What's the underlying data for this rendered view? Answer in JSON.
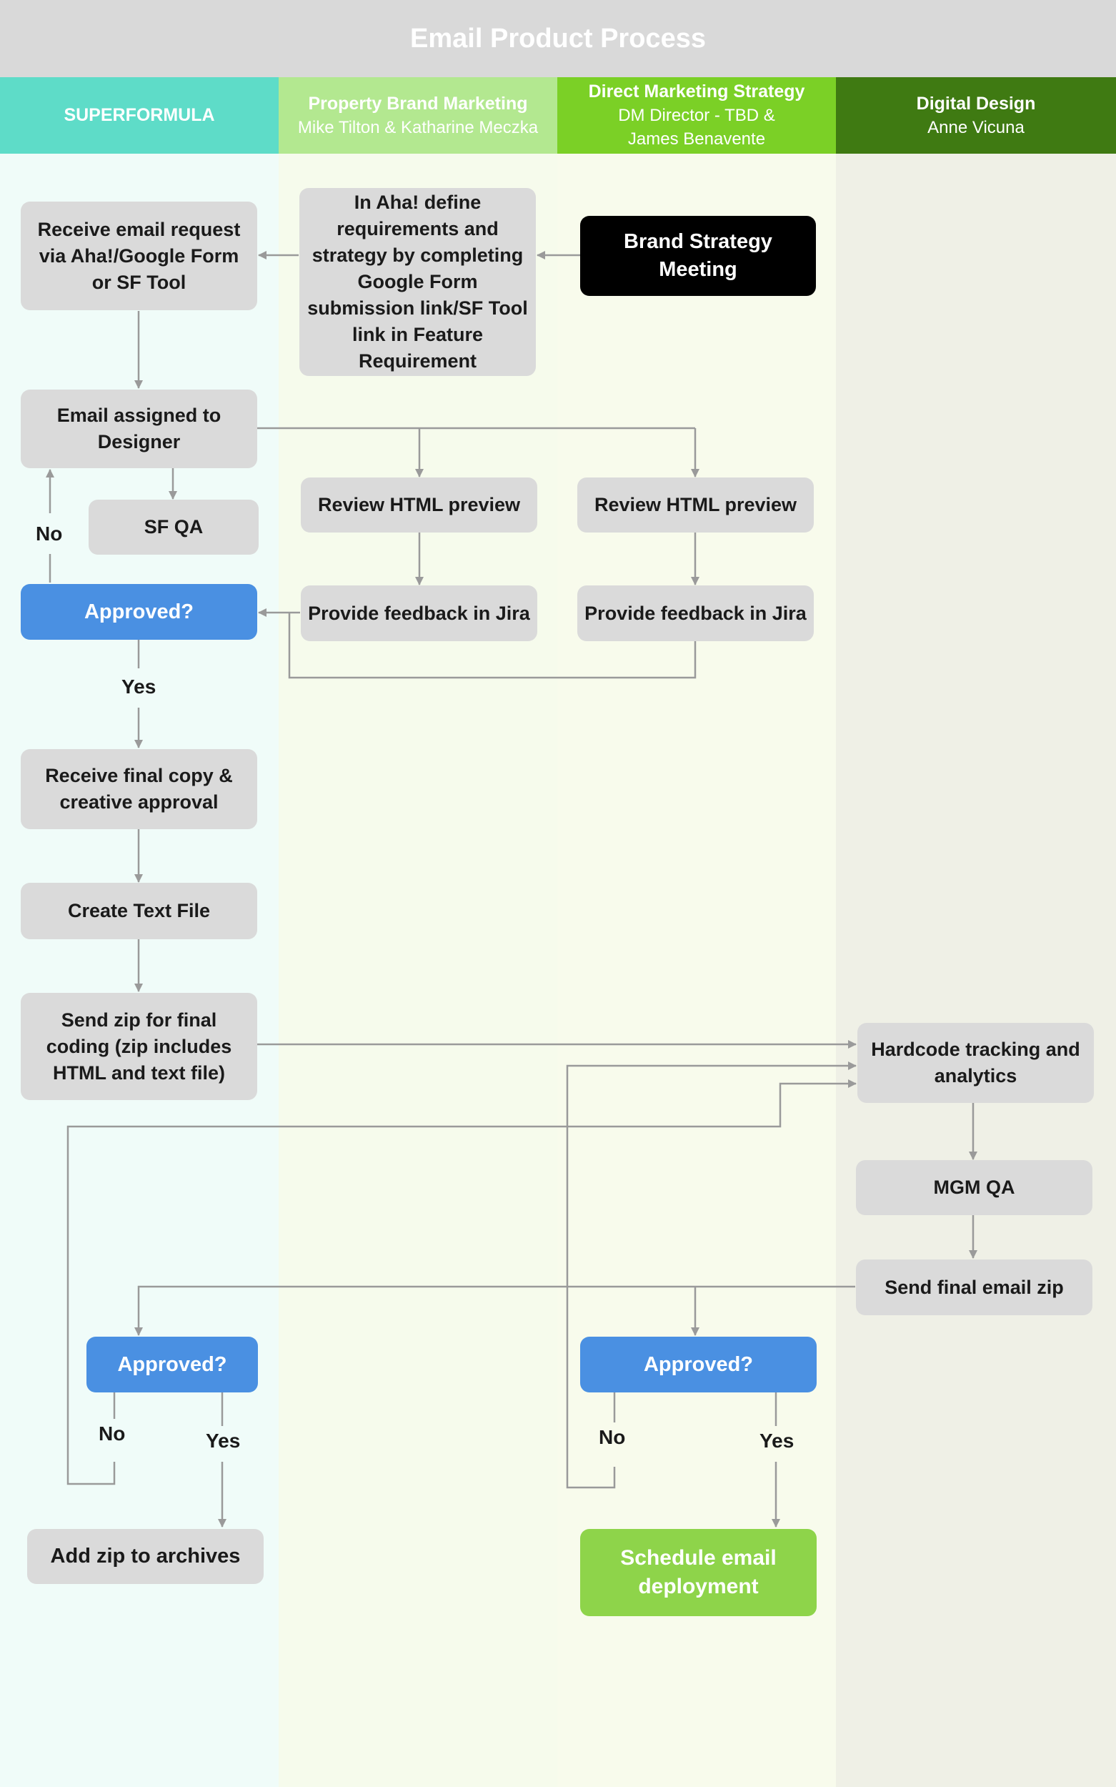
{
  "title": "Email Product Process",
  "lanes": [
    {
      "name": "SUPERFORMULA",
      "people": "",
      "header_color": "#5edcc8",
      "bg_color": "#f0fcf9"
    },
    {
      "name": "Property Brand Marketing",
      "people": "Mike Tilton & Katharine Meczka",
      "header_color": "#b3e890",
      "bg_color": "#f6fbec"
    },
    {
      "name": "Direct Marketing Strategy",
      "people": "DM Director - TBD &\nJames Benavente",
      "header_color": "#7bd026",
      "bg_color": "#f8fbec"
    },
    {
      "name": "Digital Design",
      "people": "Anne Vicuna",
      "header_color": "#3f7a12",
      "bg_color": "#eff0e6"
    }
  ],
  "nodes": {
    "receive_request": "Receive email request via Aha!/Google Form or SF Tool",
    "aha_define": "In Aha! define requirements and strategy by completing Google Form submission link/SF Tool link in Feature Requirement",
    "brand_meeting": "Brand Strategy Meeting",
    "assigned_designer": "Email assigned to Designer",
    "sf_qa": "SF QA",
    "review_html_1": "Review HTML preview",
    "review_html_2": "Review HTML preview",
    "approved_1": "Approved?",
    "feedback_1": "Provide feedback in Jira",
    "feedback_2": "Provide feedback in Jira",
    "final_copy": "Receive final copy & creative approval",
    "text_file": "Create Text File",
    "send_zip": "Send zip for final coding (zip includes HTML and text file)",
    "hardcode": "Hardcode tracking and analytics",
    "mgm_qa": "MGM QA",
    "send_final": "Send final email zip",
    "approved_2": "Approved?",
    "approved_3": "Approved?",
    "archives": "Add zip to archives",
    "schedule": "Schedule email deployment"
  },
  "labels": {
    "no_1": "No",
    "yes_1": "Yes",
    "no_2": "No",
    "yes_2": "Yes",
    "no_3": "No",
    "yes_3": "Yes"
  }
}
